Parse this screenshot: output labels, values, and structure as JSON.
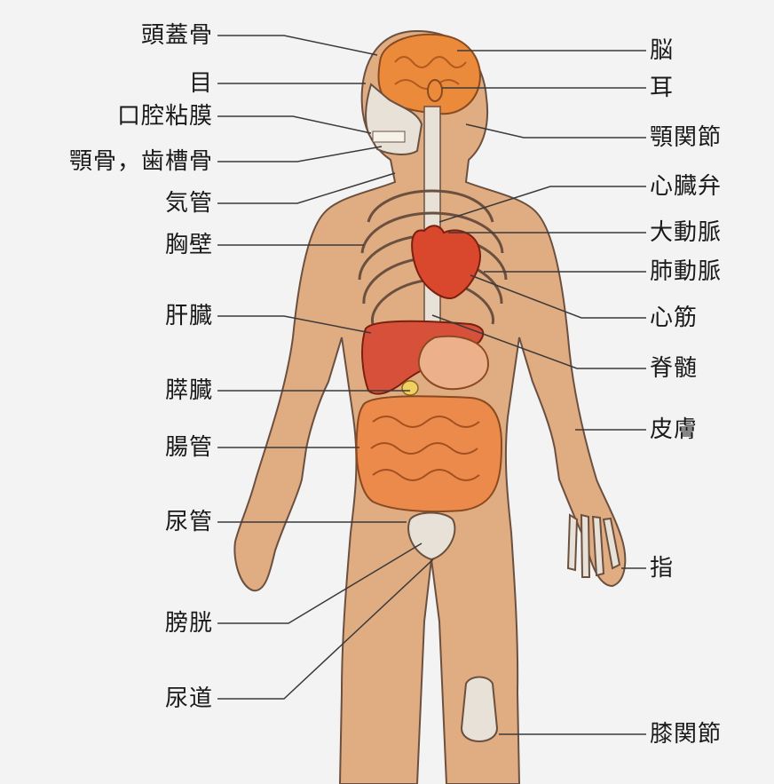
{
  "colors": {
    "background": "#f3f3f4",
    "skin": "#e0ac82",
    "skin_outline": "#6b5040",
    "brain": "#ea8a3a",
    "heart": "#d9472c",
    "liver": "#d6503a",
    "intestine": "#ec8a4c",
    "stomach": "#ecb08a",
    "bone": "#e7e1d8",
    "leader_line": "#3a3a3a"
  },
  "labels_left": {
    "skull": "頭蓋骨",
    "eye": "目",
    "oral_mucosa": "口腔粘膜",
    "jaw_bone": "顎骨，歯槽骨",
    "trachea": "気管",
    "chest_wall": "胸壁",
    "liver": "肝臓",
    "pancreas": "膵臓",
    "intestine": "腸管",
    "ureter": "尿管",
    "bladder": "膀胱",
    "urethra": "尿道"
  },
  "labels_right": {
    "brain": "脳",
    "ear": "耳",
    "tmj": "顎関節",
    "heart_valve": "心臓弁",
    "aorta": "大動脈",
    "pulmonary_artery": "肺動脈",
    "myocardium": "心筋",
    "spinal_cord": "脊髄",
    "skin": "皮膚",
    "finger": "指",
    "knee": "膝関節"
  }
}
